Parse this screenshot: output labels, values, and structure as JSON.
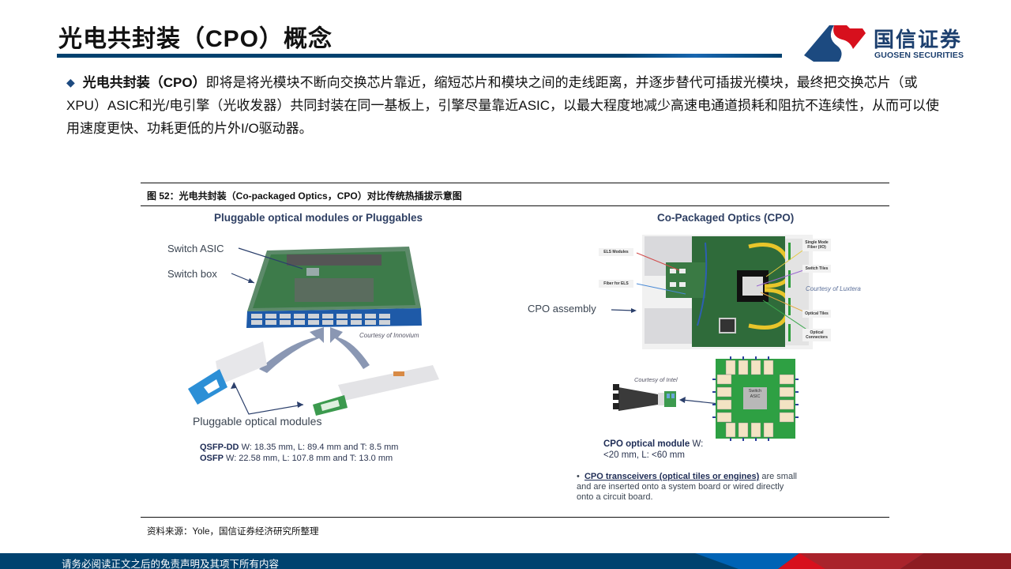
{
  "header": {
    "title": "光电共封装（CPO）概念",
    "logo": {
      "cn": "国信证券",
      "en": "GUOSEN SECURITIES",
      "colors": {
        "blue": "#1c4a80",
        "red": "#d7101d"
      }
    },
    "rule_color": "#00416f"
  },
  "intro": {
    "bold_lead": "光电共封装（CPO）",
    "text": "即将是将光模块不断向交换芯片靠近，缩短芯片和模块之间的走线距离，并逐步替代可插拔光模块，最终把交换芯片（或XPU）ASIC和光/电引擎（光收发器）共同封装在同一基板上，引擎尽量靠近ASIC，以最大程度地减少高速电通道损耗和阻抗不连续性，从而可以使用速度更快、功耗更低的片外I/O驱动器。"
  },
  "figure": {
    "caption": "图 52：光电共封装（Co-packaged Optics，CPO）对比传统热插拔示意图",
    "source": "资料来源：Yole，国信证券经济研究所整理",
    "left": {
      "title": "Pluggable optical modules or Pluggables",
      "label_asic": "Switch ASIC",
      "label_box": "Switch box",
      "courtesy": "Courtesy of Innovium",
      "label_modules": "Pluggable optical modules",
      "specs": [
        {
          "name": "QSFP-DD",
          "value": "W: 18.35 mm, L: 89.4 mm and T: 8.5 mm"
        },
        {
          "name": "OSFP",
          "value": "W: 22.58 mm, L: 107.8 mm and T: 13.0 mm"
        }
      ]
    },
    "right": {
      "title": "Co-Packaged Optics (CPO)",
      "label_assembly": "CPO assembly",
      "tags": {
        "els_modules": "ELS Modules",
        "fiber_els": "Fiber for ELS",
        "smf": "Single Mode Fiber (I/O)",
        "switch_tiles": "Switch Tiles",
        "optical_tiles": "Optical Tiles",
        "optical_connectors": "Optical Connectors"
      },
      "courtesy_luxtera": "Courtesy of Luxtera",
      "courtesy_intel": "Courtesy of Intel",
      "asic_label": "Switch ASIC",
      "module_title": "CPO optical module",
      "module_w": "W:",
      "module_dims": "<20 mm, L: <60 mm",
      "note_bullet": "•",
      "note_link": "CPO transceivers (optical tiles or engines)",
      "note_text_1": " are small",
      "note_text_2": "and are inserted onto a system board or wired directly",
      "note_text_3": "onto a circuit board."
    }
  },
  "footer": {
    "disclaimer": "请务必阅读正文之后的免责声明及其项下所有内容"
  }
}
